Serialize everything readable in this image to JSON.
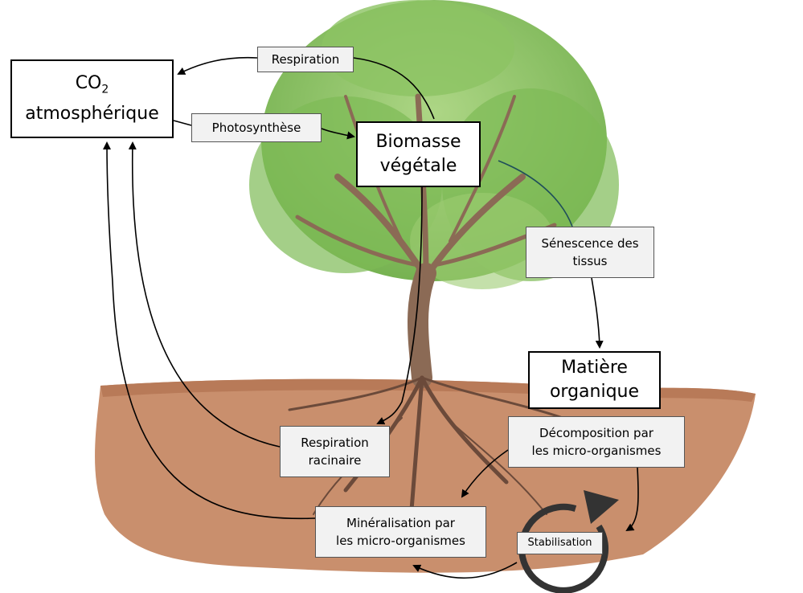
{
  "boxes": {
    "co2": {
      "main": "CO",
      "sub": "2",
      "line2": "atmosphérique"
    },
    "biomasse": {
      "line1": "Biomasse",
      "line2": "végétale"
    },
    "matiere": {
      "line1": "Matière",
      "line2": "organique"
    }
  },
  "processes": {
    "respiration": "Respiration",
    "photosynthese": "Photosynthèse",
    "senescence": {
      "line1": "Sénescence des",
      "line2": "tissus"
    },
    "decomposition": {
      "line1": "Décomposition par",
      "line2": "les micro-organismes"
    },
    "respiration_racinaire": {
      "line1": "Respiration",
      "line2": "racinaire"
    },
    "mineralisation": {
      "line1": "Minéralisation par",
      "line2": "les micro-organismes"
    },
    "stabilisation": "Stabilisation"
  },
  "colors": {
    "soil": "#c98f6d",
    "soil_dark": "#b87a58",
    "foliage": "#8cc363",
    "foliage_dark": "#5e9c3e",
    "trunk": "#8b6a55",
    "root": "#6b4a3a"
  },
  "icons": [
    "tree-illustration",
    "soil-illustration",
    "cycle-arrow"
  ]
}
